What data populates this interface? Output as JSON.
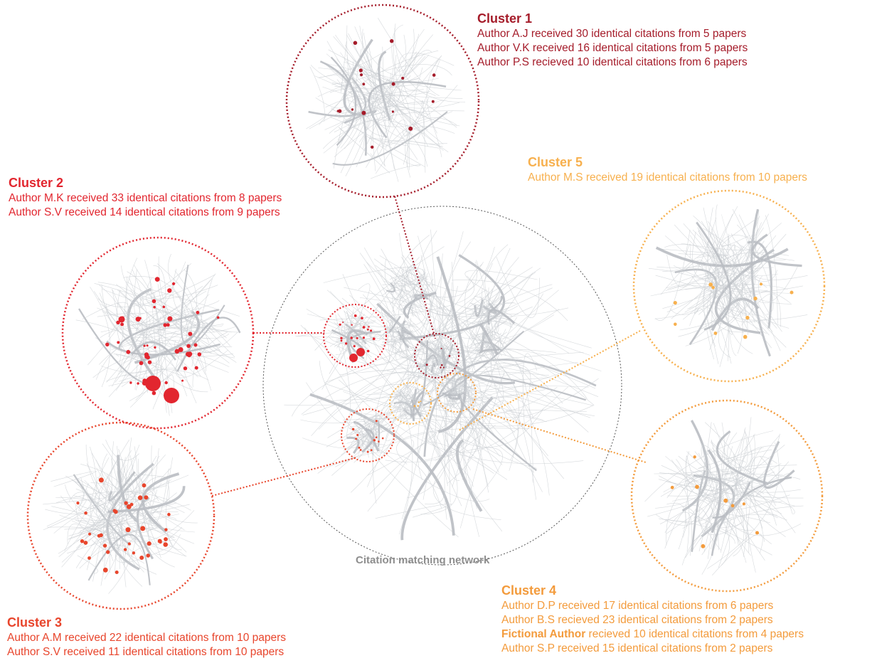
{
  "colors": {
    "cluster_1": "#a51c2a",
    "cluster_2": "#e2262f",
    "cluster_3": "#e8452c",
    "cluster_4": "#f39b3c",
    "cluster_5": "#f7b04e",
    "network_outline": "#555555",
    "edge": "#c8ccd0",
    "network_label": "#8e8e8e"
  },
  "network_label": "Citation matching network",
  "clusters": [
    {
      "title": "Cluster 1",
      "lines": [
        {
          "text": "Author A.J received 30 identical citations from 5 papers"
        },
        {
          "text": "Author V.K received 16 identical citations from 5 papers"
        },
        {
          "text": "Author P.S recieved 10 identical citations from 6 papers"
        }
      ]
    },
    {
      "title": "Cluster 2",
      "lines": [
        {
          "text": "Author M.K received 33 identical citations from 8 papers"
        },
        {
          "text": "Author S.V received 14 identical citations from 9 papers"
        }
      ]
    },
    {
      "title": "Cluster 3",
      "lines": [
        {
          "text": "Author A.M received 22 identical citations from 10 papers"
        },
        {
          "text": "Author S.V received 11 identical citations from 10 papers"
        }
      ]
    },
    {
      "title": "Cluster 4",
      "lines": [
        {
          "text": "Author D.P received 17 identical citations from 6 papers"
        },
        {
          "text": "Author B.S recieved 23 identical citations from 2 papers"
        },
        {
          "bold": "Fictional Author",
          "text": " recieved 10 identical citations from 4 papers"
        },
        {
          "text": "Author S.P received 15 identical citations from 2 papers"
        }
      ]
    },
    {
      "title": "Cluster 5",
      "lines": [
        {
          "text": "Author M.S received 19 identical citations from 10 papers"
        }
      ]
    }
  ]
}
